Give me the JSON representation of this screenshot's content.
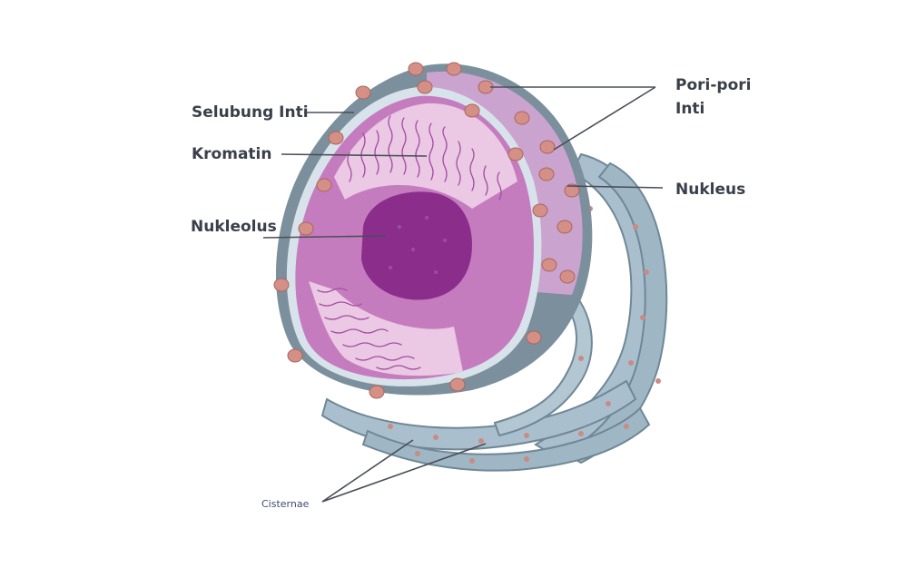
{
  "labels": {
    "selubung_inti": "Selubung Inti",
    "kromatin": "Kromatin",
    "nukleolus": "Nukleolus",
    "pori_pori_line1": "Pori-pori",
    "pori_pori_line2": "Inti",
    "nukleus": "Nukleus",
    "cisternae": "Cisternae"
  },
  "colors": {
    "background": "#ffffff",
    "label_text": "#3a3f4a",
    "leader_line": "#4a4e58",
    "er_fill": "#a9bfcd",
    "er_stroke": "#6f8797",
    "envelope": "#7b8f9d",
    "nucleoplasm": "#c47cbf",
    "chromatin_zone": "#ebc8e3",
    "chromatin": "#a34ea3",
    "nucleolus": "#8b2e8b",
    "outer_cap": "#caa3cf",
    "pore": "#d48f87"
  }
}
